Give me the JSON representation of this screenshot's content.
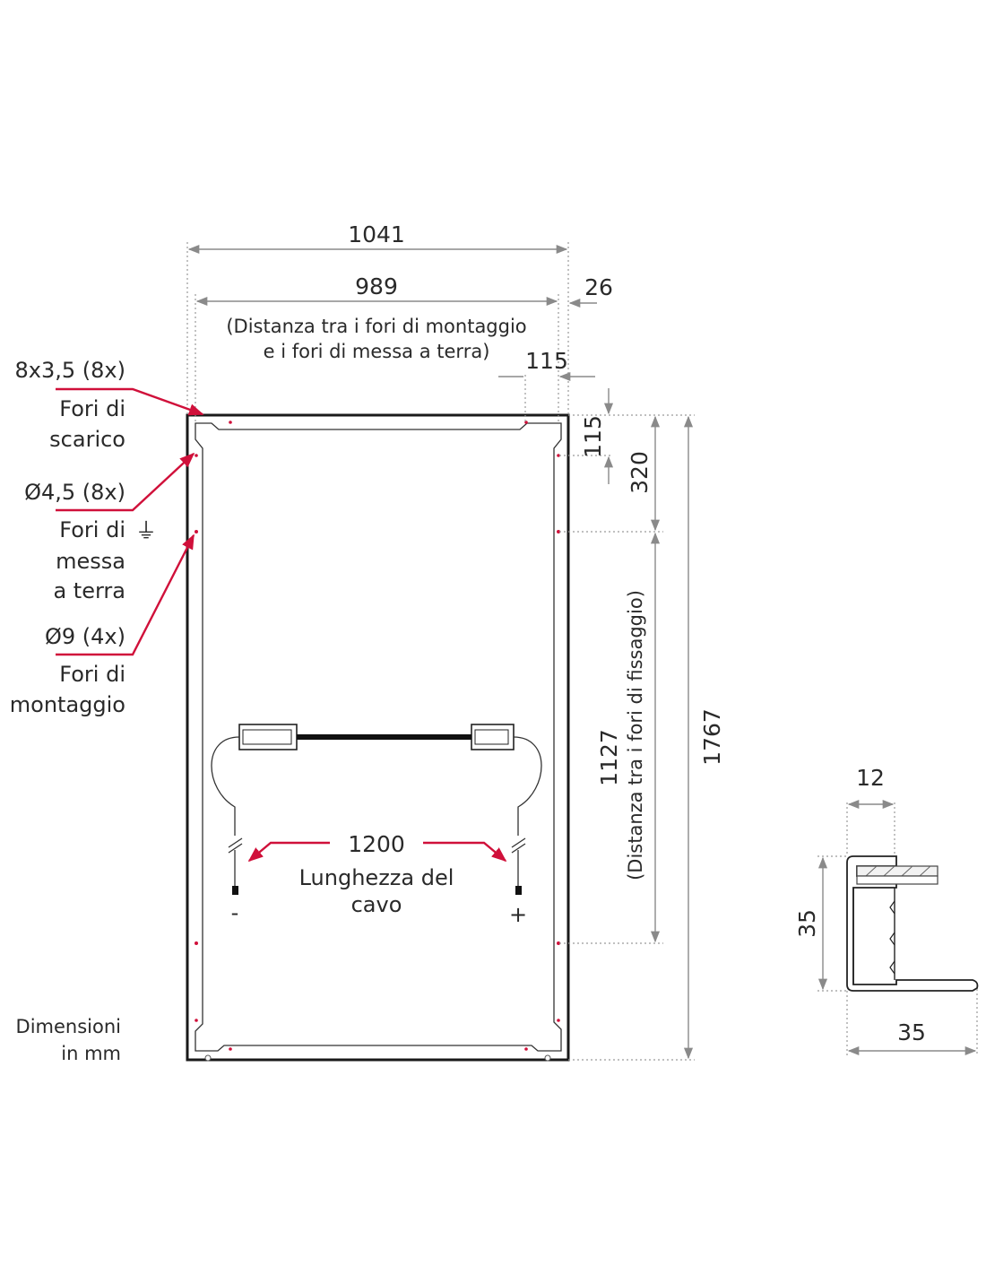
{
  "panel": {
    "width_overall": "1041",
    "width_holes": "989",
    "offset_right": "26",
    "holes_note_line1": "(Distanza tra i fori di montaggio",
    "holes_note_line2": "e i fori di messa a terra)",
    "offset_top_h": "115",
    "offset_top_v": "115",
    "ground_to_top": "320",
    "mount_spacing": "1127",
    "mount_spacing_note": "(Distanza tra i fori di fissaggio)",
    "height_overall": "1767"
  },
  "callouts": {
    "drain": {
      "spec": "8x3,5 (8x)",
      "line1": "Fori di",
      "line2": "scarico"
    },
    "ground": {
      "spec": "Ø4,5 (8x)",
      "line1": "Fori di",
      "line2": "messa",
      "line3": "a terra",
      "symbol": "⏚"
    },
    "mount": {
      "spec": "Ø9 (4x)",
      "line1": "Fori di",
      "line2": "montaggio"
    }
  },
  "cable": {
    "length": "1200",
    "label_line1": "Lunghezza del",
    "label_line2": "cavo",
    "minus": "-",
    "plus": "+"
  },
  "units": {
    "line1": "Dimensioni",
    "line2": "in mm"
  },
  "profile": {
    "top_width": "12",
    "height": "35",
    "base_width": "35"
  },
  "colors": {
    "accent": "#d0103a",
    "frame": "#1a1a1a",
    "dimension": "#8a8a8a"
  }
}
